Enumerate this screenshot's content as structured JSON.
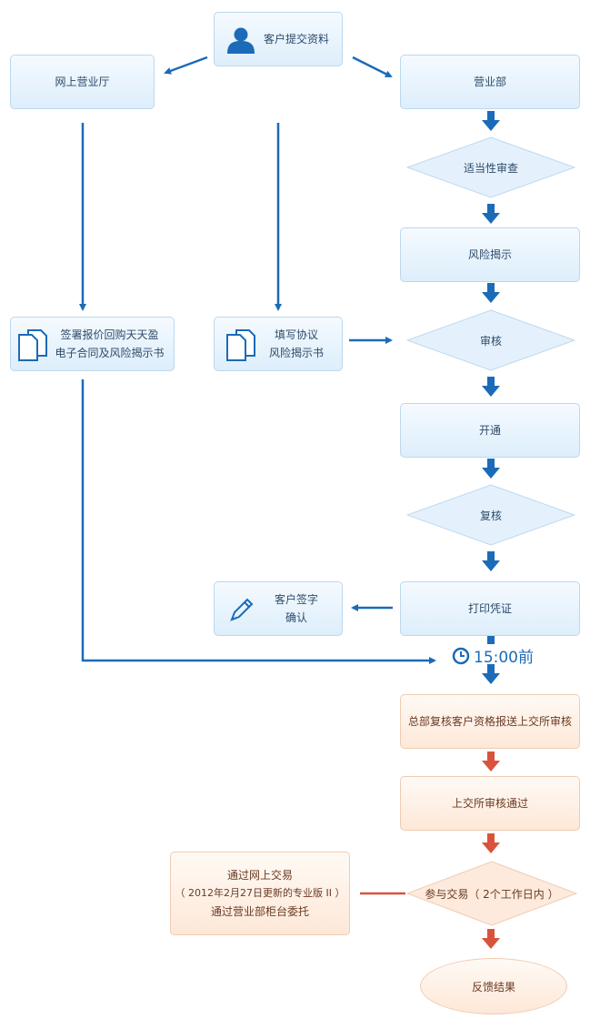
{
  "nodes": {
    "submit": "客户提交资料",
    "online_hall": "网上营业厅",
    "branch": "营业部",
    "suitability": "适当性审查",
    "risk_notice": "风险揭示",
    "sign_contract": [
      "签署报价回购天天盈",
      "电子合同及风险揭示书"
    ],
    "fill_agreement": [
      "填写协议",
      "风险揭示书"
    ],
    "review": "审核",
    "open": "开通",
    "recheck": "复核",
    "customer_sign": [
      "客户签字",
      "确认"
    ],
    "print_voucher": "打印凭证",
    "deadline": "15:00前",
    "hq_review": "总部复核客户资格报送上交所审核",
    "sse_pass": "上交所审核通过",
    "trade_ways": [
      "通过网上交易",
      "（ 2012年2月27日更新的专业版 II ）",
      "通过营业部柜台委托"
    ],
    "join_trade": "参与交易（ 2个工作日内 ）",
    "feedback": "反馈结果"
  },
  "colors": {
    "blue_arrow": "#1b6bb8",
    "red_arrow": "#d9533c",
    "blue_box": "#ddeefb",
    "orange_box": "#fde8d8"
  },
  "icons": [
    "user-icon",
    "document-icon",
    "pen-icon",
    "clock-icon"
  ]
}
